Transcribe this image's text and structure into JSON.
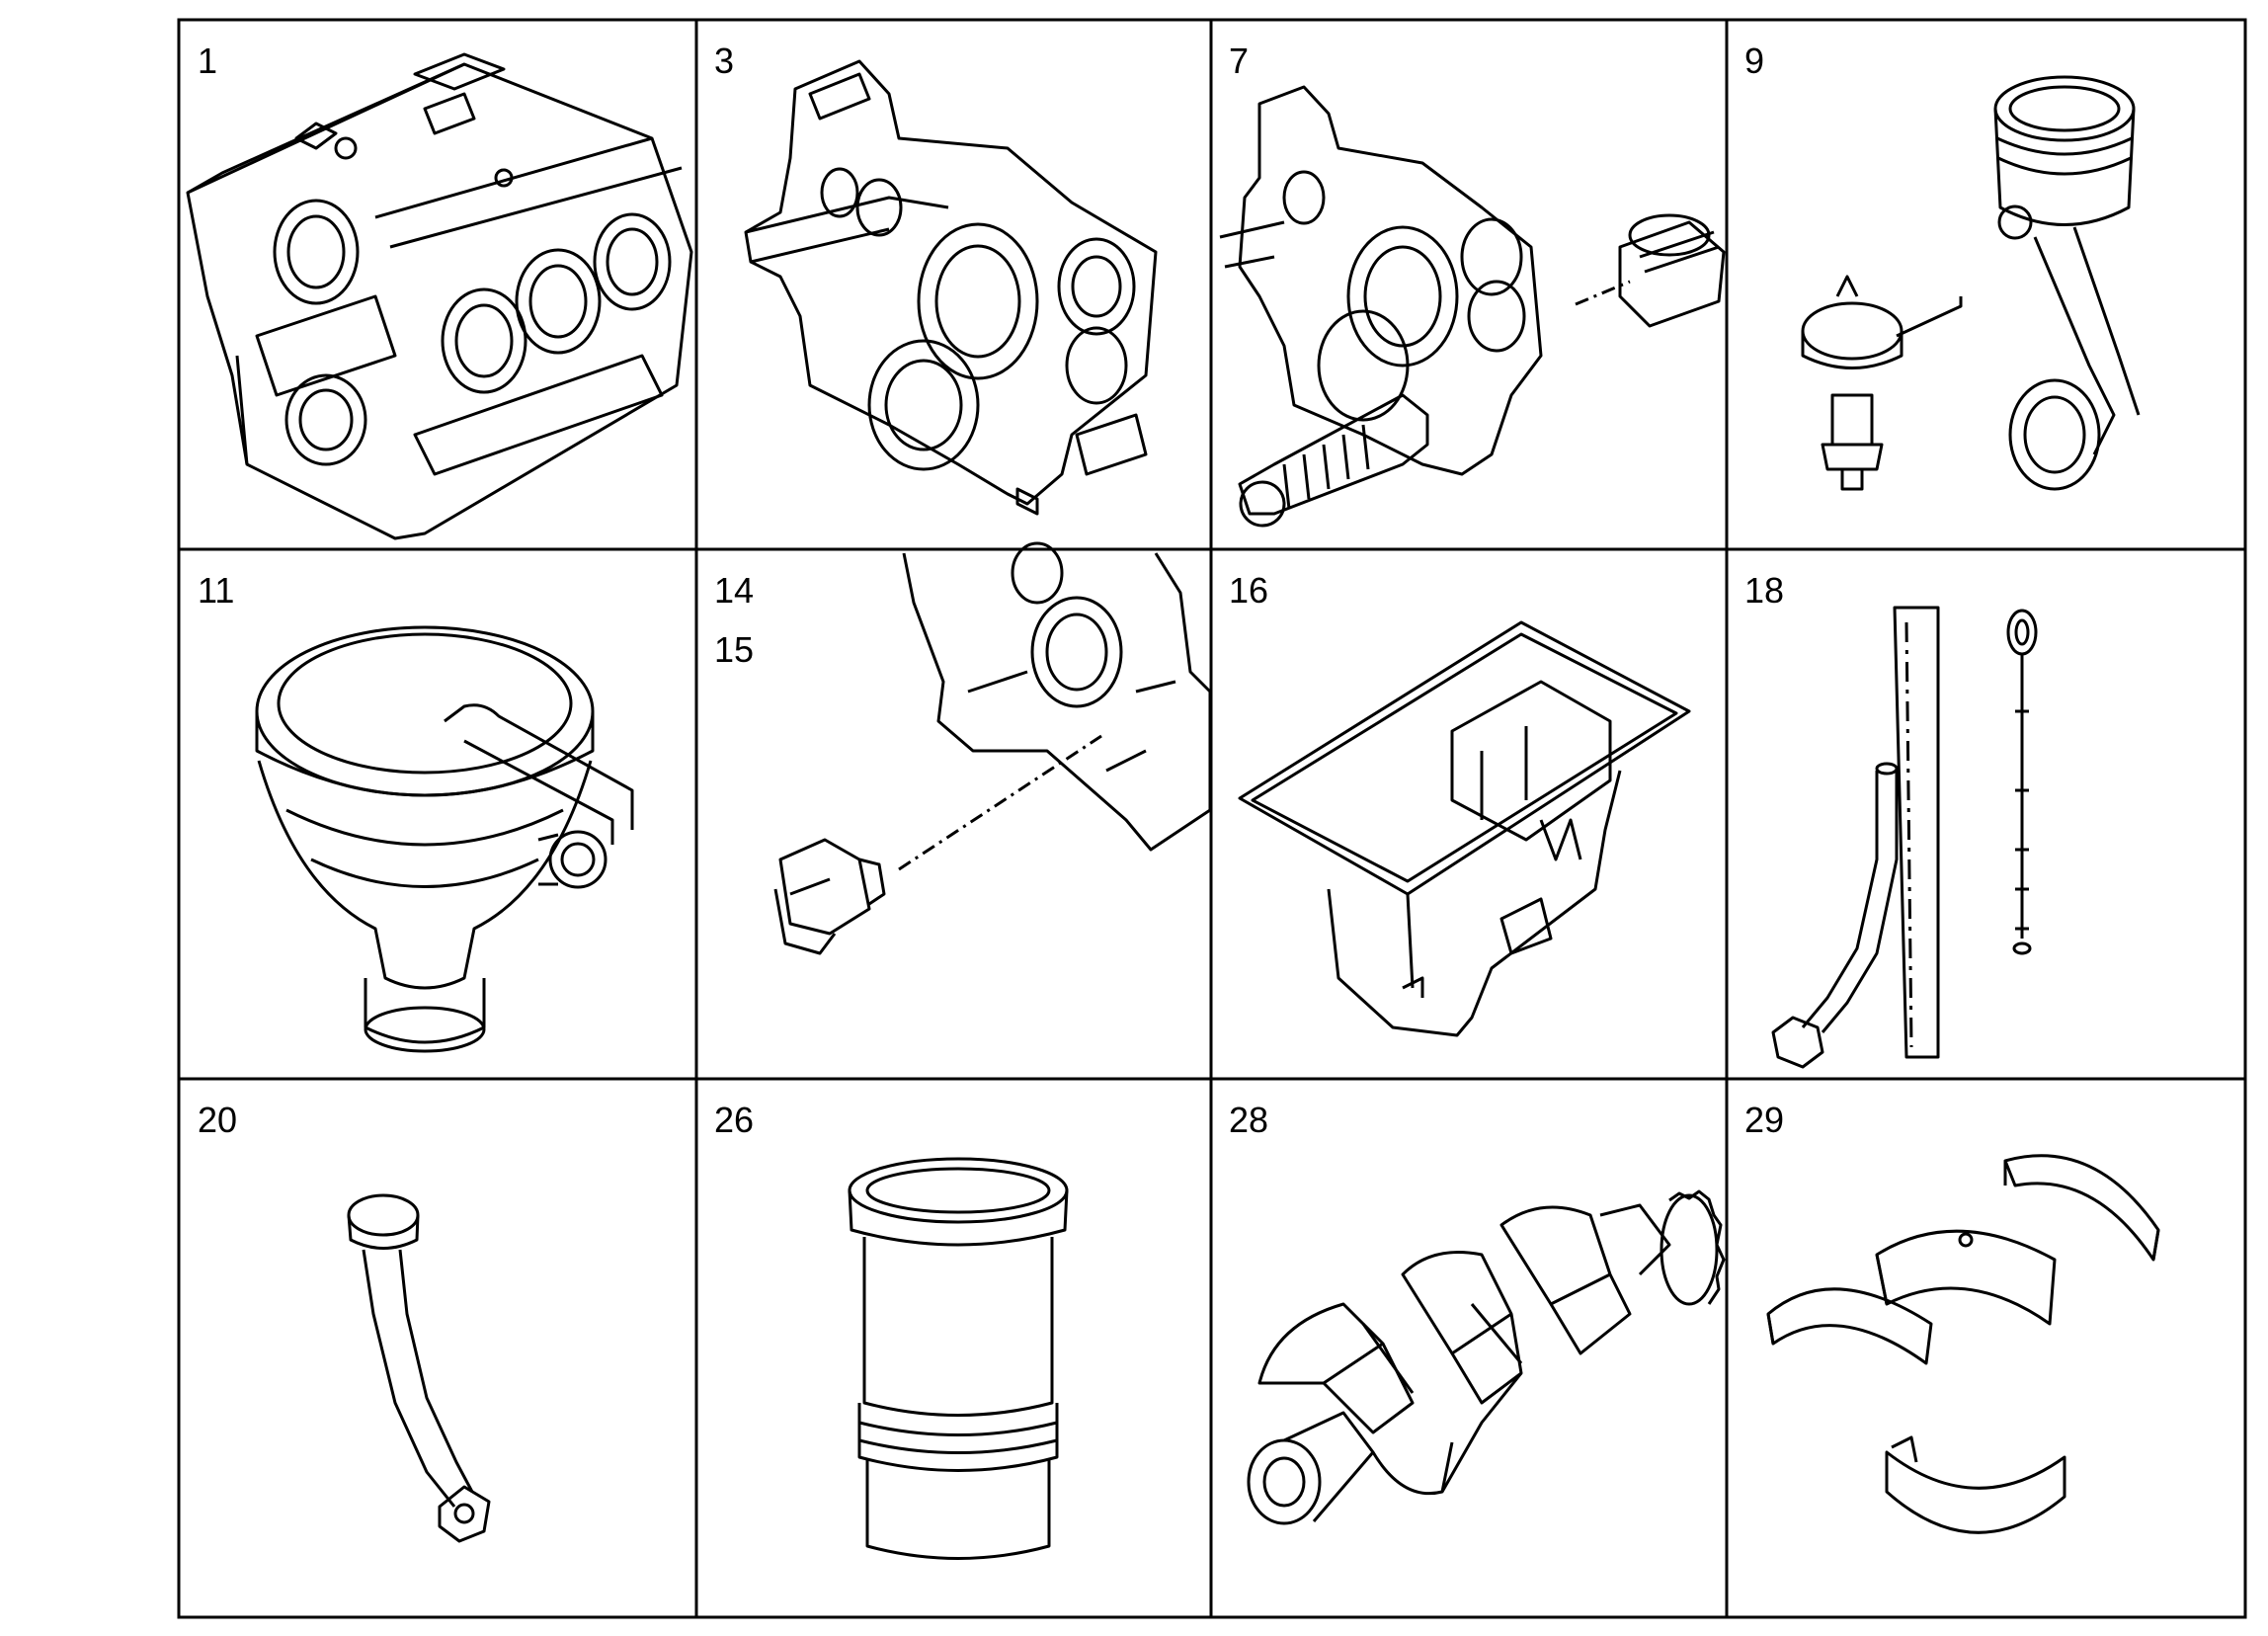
{
  "cells": [
    {
      "labels": [
        "1"
      ],
      "part": "engine-block"
    },
    {
      "labels": [
        "3"
      ],
      "part": "crankcase-end"
    },
    {
      "labels": [
        "7"
      ],
      "part": "crankcase-with-liner-and-plug"
    },
    {
      "labels": [
        "9"
      ],
      "part": "piston-rod-and-nozzle"
    },
    {
      "labels": [
        "11"
      ],
      "part": "oil-filter-housing"
    },
    {
      "labels": [
        "14",
        "15"
      ],
      "part": "screw-plug"
    },
    {
      "labels": [
        "16"
      ],
      "part": "oil-pan"
    },
    {
      "labels": [
        "18"
      ],
      "part": "dipstick-and-tube"
    },
    {
      "labels": [
        "20"
      ],
      "part": "oil-filler-tube"
    },
    {
      "labels": [
        "26"
      ],
      "part": "cylinder-liner"
    },
    {
      "labels": [
        "28"
      ],
      "part": "crankshaft"
    },
    {
      "labels": [
        "29"
      ],
      "part": "bearing-shells"
    }
  ],
  "colors": {
    "line": "#000000",
    "background": "#ffffff"
  }
}
